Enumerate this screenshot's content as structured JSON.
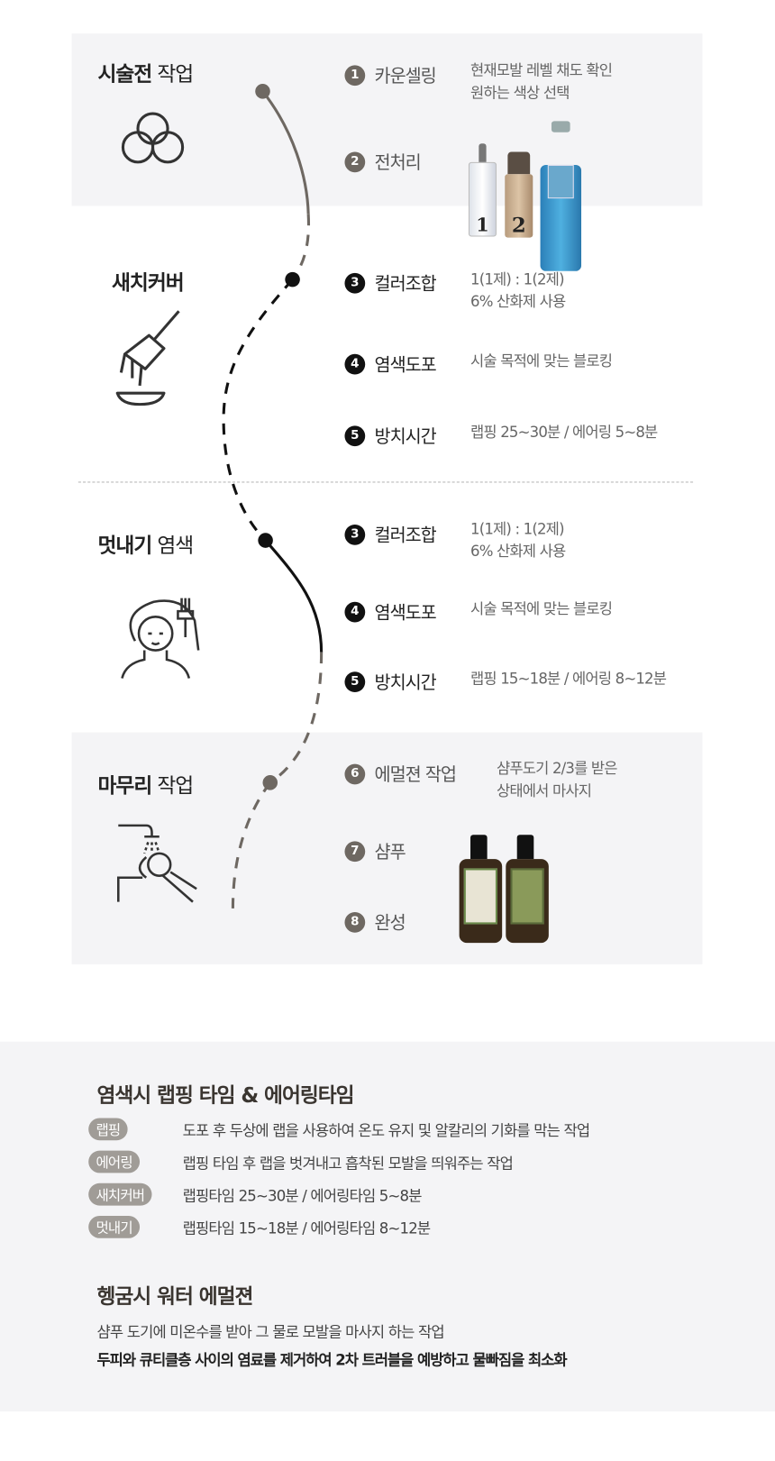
{
  "sections": [
    {
      "title_bold": "시술전",
      "title_rest": " 작업",
      "icon": "three-circles-icon"
    },
    {
      "title_bold": "새치커버",
      "title_rest": "",
      "icon": "brush-bowl-icon"
    },
    {
      "title_bold": "멋내기",
      "title_rest": " 염색",
      "icon": "woman-dye-brush-icon"
    },
    {
      "title_bold": "마무리",
      "title_rest": " 작업",
      "icon": "shampoo-wash-icon"
    }
  ],
  "steps": {
    "pre": [
      {
        "num": "1",
        "label": "카운셀링",
        "desc": [
          "현재모발 레벨 채도 확인",
          "원하는 색상 선택"
        ]
      },
      {
        "num": "2",
        "label": "전처리",
        "desc": []
      }
    ],
    "gray": [
      {
        "num": "3",
        "label": "컬러조합",
        "desc": [
          "1(1제) : 1(2제)",
          "6% 산화제 사용"
        ]
      },
      {
        "num": "4",
        "label": "염색도포",
        "desc": [
          "시술 목적에 맞는 블로킹"
        ]
      },
      {
        "num": "5",
        "label": "방치시간",
        "desc": [
          "랩핑 25~30분 / 에어링 5~8분"
        ]
      }
    ],
    "fashion": [
      {
        "num": "3",
        "label": "컬러조합",
        "desc": [
          "1(1제) : 1(2제)",
          "6% 산화제 사용"
        ]
      },
      {
        "num": "4",
        "label": "염색도포",
        "desc": [
          "시술 목적에 맞는 블로킹"
        ]
      },
      {
        "num": "5",
        "label": "방치시간",
        "desc": [
          "랩핑 15~18분 / 에어링 8~12분"
        ]
      }
    ],
    "finish": [
      {
        "num": "6",
        "label": "에멀젼 작업",
        "desc": [
          "샴푸도기 2/3를 받은",
          "상태에서 마사지"
        ]
      },
      {
        "num": "7",
        "label": "샴푸",
        "desc": []
      },
      {
        "num": "8",
        "label": "완성",
        "desc": []
      }
    ]
  },
  "product_labels": {
    "bottle1": "1",
    "bottle2": "2"
  },
  "info": {
    "title1": "염색시 랩핑 타임 & 에어링타임",
    "rows": [
      {
        "tag": "랩핑",
        "text": "도포 후 두상에 랩을 사용하여 온도 유지 및 알칼리의 기화를 막는 작업"
      },
      {
        "tag": "에어링",
        "text": "랩핑 타임 후 랩을 벗겨내고 흡착된 모발을 띄워주는 작업"
      },
      {
        "tag": "새치커버",
        "text": "랩핑타임 25~30분 / 에어링타임 5~8분"
      },
      {
        "tag": "멋내기",
        "text": "랩핑타임 15~18분 / 에어링타임 8~12분"
      }
    ],
    "title2": "헹굼시 워터 에멀젼",
    "line1": "샴푸 도기에 미온수를 받아 그 물로 모발을 마사지 하는 작업",
    "line2": "두피와 큐티클층 사이의 염료를 제거하여 2차 트러블을 예방하고 물빠짐을 최소화"
  },
  "colors": {
    "gray_bg": "#f4f4f6",
    "num_gray": "#6e6862",
    "num_black": "#111111",
    "pill": "#a09c97"
  }
}
